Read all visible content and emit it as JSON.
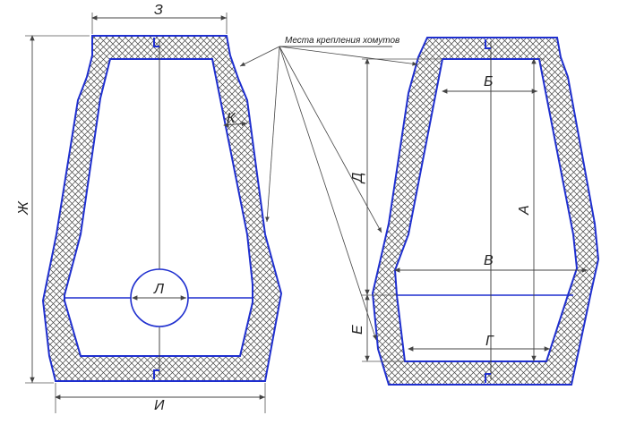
{
  "labels": {
    "z": "З",
    "zh": "Ж",
    "i": "И",
    "k": "К",
    "l": "Л",
    "a": "А",
    "b": "Б",
    "v": "В",
    "g": "Г",
    "d": "Д",
    "e": "Е",
    "note": "Места крепления хомутов"
  },
  "colors": {
    "outline": "#1f2fcf",
    "dimension": "#555555",
    "hatch": "#444444",
    "axis": "#333333"
  }
}
